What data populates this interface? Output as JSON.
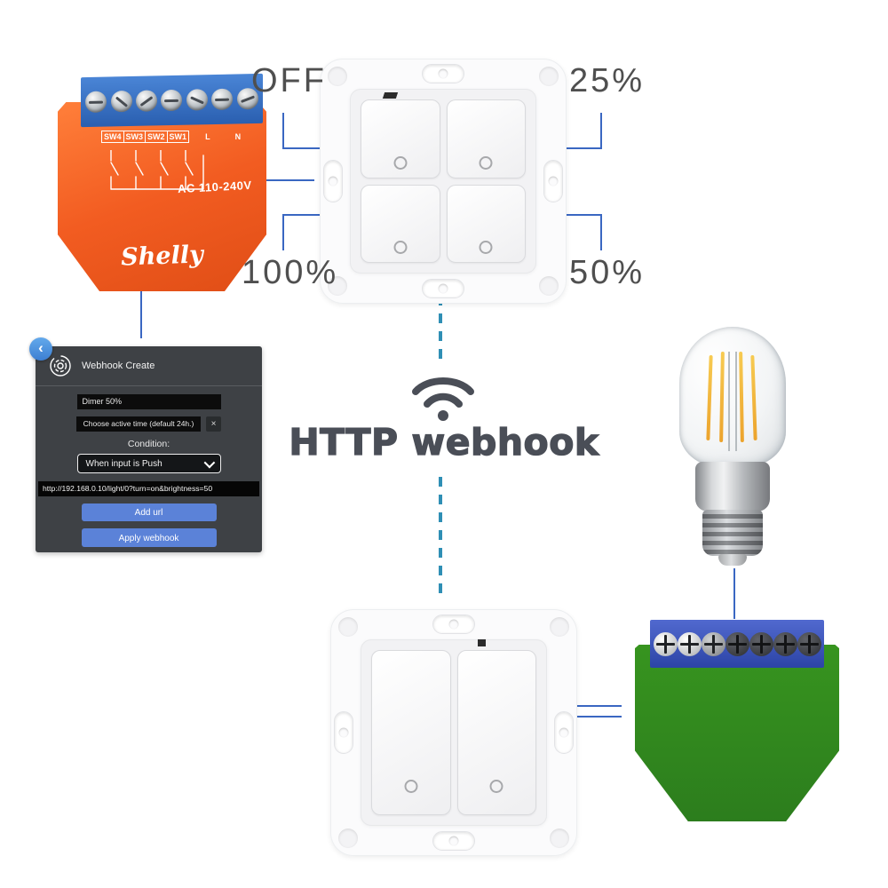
{
  "colors": {
    "connector_blue": "#3a67c2",
    "dashed_teal": "#2f8fb5",
    "caption_dark": "#4a4e57",
    "relay_orange": "#f25c21",
    "module_green": "#2f8a24",
    "dialog_button_blue": "#5b82d8"
  },
  "relay_module": {
    "terminal_labels": [
      "SW4",
      "SW3",
      "SW2",
      "SW1",
      "L",
      "N"
    ],
    "voltage_label": "AC 110-240V",
    "brand_label": "Shelly"
  },
  "four_button_switch": {
    "button_labels": {
      "top_left": "OFF",
      "top_right": "25%",
      "bottom_left": "100%",
      "bottom_right": "50%"
    }
  },
  "webhook_dialog": {
    "back_icon": "‹",
    "title": "Webhook Create",
    "name_input_value": "Dimer 50%",
    "active_time_input_value": "Choose active time (default 24h.)",
    "clear_button_label": "×",
    "condition_label": "Condition:",
    "condition_select_value": "When input is Push",
    "url_input_value": "http://192.168.0.10/light/0?turn=on&brightness=50",
    "add_url_button_label": "Add url",
    "apply_button_label": "Apply webhook"
  },
  "center_caption": {
    "heading": "HTTP webhook"
  }
}
